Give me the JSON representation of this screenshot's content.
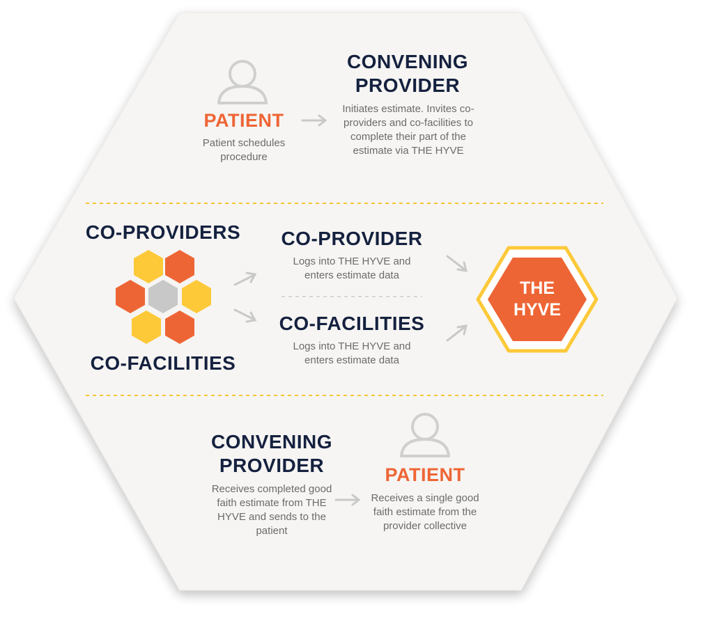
{
  "top": {
    "patient": {
      "title": "PATIENT",
      "desc": "Patient schedules procedure"
    },
    "convening": {
      "title_line1": "CONVENING",
      "title_line2": "PROVIDER",
      "desc": "Initiates estimate. Invites co-providers and co-facilities to complete their part of the estimate via THE HYVE"
    }
  },
  "middle": {
    "cluster_top_label": "CO-PROVIDERS",
    "cluster_bottom_label": "CO-FACILITIES",
    "co_provider": {
      "title": "CO-PROVIDER",
      "desc": "Logs into THE HYVE and enters estimate data"
    },
    "co_facilities": {
      "title": "CO-FACILITIES",
      "desc": "Logs into THE HYVE and enters estimate data"
    },
    "hyve": {
      "line1": "THE",
      "line2": "HYVE"
    }
  },
  "bottom": {
    "convening": {
      "title_line1": "CONVENING",
      "title_line2": "PROVIDER",
      "desc": "Receives completed good faith estimate from THE HYVE and sends to the patient"
    },
    "patient": {
      "title": "PATIENT",
      "desc": "Receives a single good faith estimate from the provider collective"
    }
  },
  "colors": {
    "navy": "#15213f",
    "orange": "#ee6535",
    "yellow": "#fdc939",
    "gray_hex": "#c8c8c8",
    "background_hex": "#f6f5f3",
    "divider": "#f5c633",
    "arrow": "#c9c9c9"
  },
  "icons": [
    "person-icon",
    "arrow-right-icon",
    "honeycomb-cluster-icon",
    "hexagon-badge-icon"
  ]
}
